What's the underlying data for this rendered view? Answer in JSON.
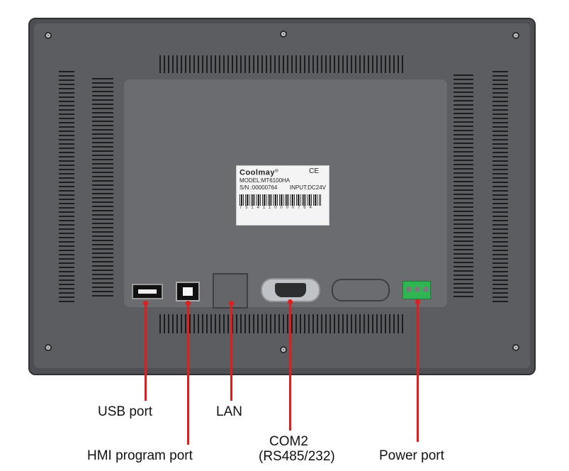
{
  "label": {
    "brand": "Coolmay",
    "brand_mark": "®",
    "ce_mark": "CE",
    "model": "MODEL:MT6100HA",
    "serial": "S/N :00000764",
    "input": "INPUT:DC24V",
    "barcode_digits": "7 5 1 4 1 1 0 0 0 0 7 6 4"
  },
  "callouts": {
    "usb_port": "USB port",
    "hmi_program_port": "HMI program port",
    "lan": "LAN",
    "com2_line1": "COM2",
    "com2_line2": "(RS485/232)",
    "power_port": "Power port"
  },
  "colors": {
    "callout_line": "#e11d1d",
    "power_connector": "#2fb552",
    "housing": "#4d4f52"
  }
}
